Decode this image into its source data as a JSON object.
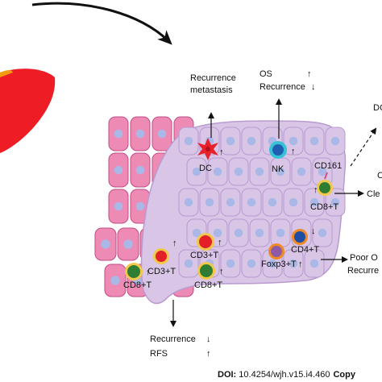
{
  "diagram": {
    "labels": {
      "recurrence_metastasis_line1": "Recurrence",
      "recurrence_metastasis_line2": "metastasis",
      "os_label": "OS",
      "os_arrow": "↑",
      "recurrence_label": "Recurrence",
      "recurrence_arrow": "↓",
      "partial_right_top": "DC",
      "partial_right_mid": "C",
      "partial_right_cle": "Cle",
      "dc": "DC",
      "dc_arrow": "↑",
      "nk": "NK",
      "nk_arrow": "↑",
      "cd161": "CD161",
      "cd8_right": "CD8+T",
      "cd8_right_arrow": "↑",
      "cd3_mid": "CD3+T",
      "cd3_mid_arrow": "↑",
      "cd3_left": "CD3+T",
      "cd3_left_arrow": "↑",
      "cd8_left": "CD8+T",
      "cd8_left_arrow": "↑",
      "cd8_mid": "CD8+T",
      "cd8_mid_arrow": "↑",
      "foxp3": "Foxp3+T",
      "foxp3_arrow": "↑",
      "cd4": "CD4+T",
      "cd4_arrow": "↓",
      "poor_os": "Poor O",
      "recurre": "Recurre",
      "bottom_recurrence": "Recurrence",
      "bottom_recurrence_arrow": "↓",
      "rfs": "RFS",
      "rfs_arrow": "↑"
    },
    "footer": {
      "doi_prefix": "DOI:",
      "doi_value": " 10.4254/wjh.v15.i4.460",
      "copy": "Copy"
    },
    "colors": {
      "liver": "#ee1c25",
      "liver_edge": "#f39c12",
      "hepatocyte_fill": "#ee8bb5",
      "hepatocyte_edge": "#c24b86",
      "tumor_fill": "#d9c6e6",
      "tumor_edge": "#b89ad0",
      "nucleus": "#a9b8e6",
      "dc_star": "#e8202a",
      "nk_core": "#1f5fb0",
      "nk_ring": "#37c2d6",
      "tcell_green": "#2e7d32",
      "tcell_red": "#e32028",
      "tcell_blue": "#1e4ea3",
      "foxp3_purple": "#8e5aa5",
      "ring_yellow": "#f2c84b",
      "ring_orange": "#f08a24"
    }
  }
}
